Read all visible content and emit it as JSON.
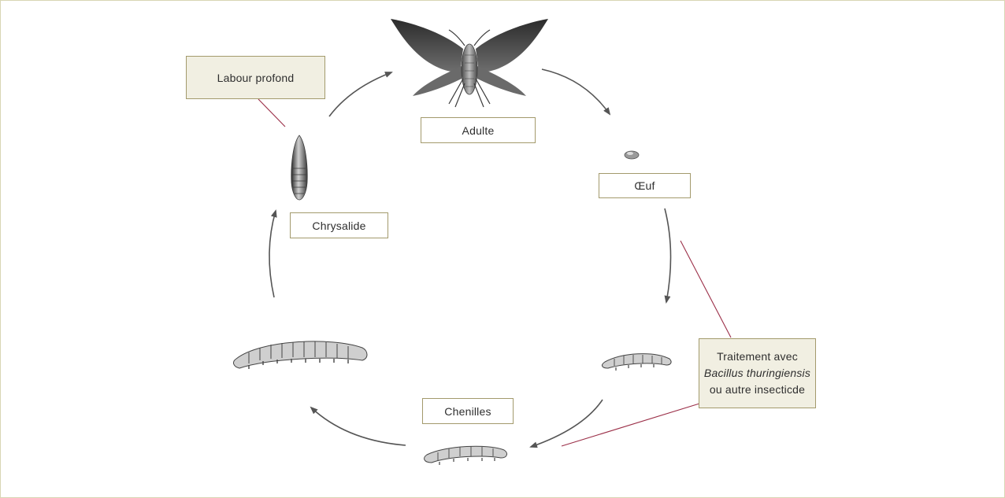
{
  "labels": {
    "labour": "Labour profond",
    "adulte": "Adulte",
    "oeuf": "Œuf",
    "chrysalide": "Chrysalide",
    "chenilles": "Chenilles",
    "traitement": {
      "line1": "Traitement avec",
      "line2": "Bacillus thuringiensis",
      "line3": "ou autre insecticde"
    }
  },
  "colors": {
    "frame_border": "#d8d6b4",
    "box_fill_shaded": "#f1efe2",
    "box_border": "#a39a6c",
    "connector": "#9b2f48",
    "arrow": "#555555",
    "drawing": "#3a3a3a"
  },
  "icons": {
    "adult": "moth-icon",
    "egg": "egg-icon",
    "pupa": "chrysalis-icon",
    "larvae": "caterpillar-icon"
  }
}
